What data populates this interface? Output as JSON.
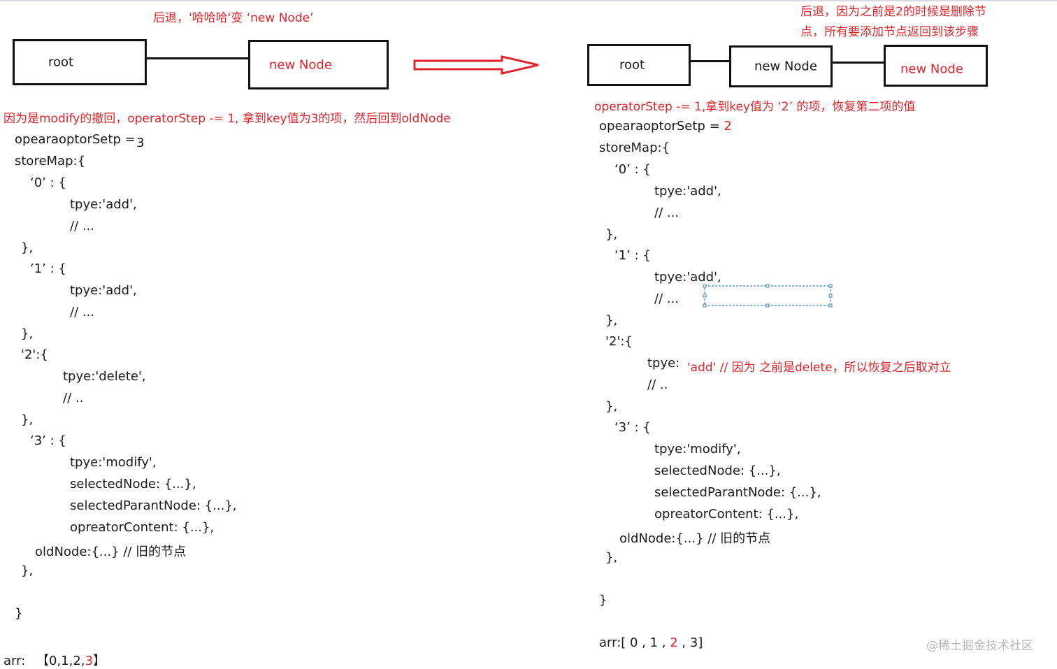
{
  "left": {
    "caption": "后退，'哈哈哈'变 ‘new Node’",
    "nodes": {
      "root": "root",
      "new_node": "new Node"
    },
    "note": "因为是modify的撤回，operatorStep -= 1, 拿到key值为3的项，然后回到oldNode",
    "code": {
      "setp_label": "opearaoptorSetp  =",
      "setp_value": "3",
      "store_open": "storeMap:{",
      "k0_open": "‘0’  : {",
      "k0_type": "tpye:'add',",
      "k0_comment": "// ...",
      "k0_close": "},",
      "k1_open": "‘1’  : {",
      "k1_type": "tpye:'add',",
      "k1_comment": "// ...",
      "k1_close": "},",
      "k2_open": "'2':{",
      "k2_type": "tpye:'delete',",
      "k2_comment": "// ..",
      "k2_close": "},",
      "k3_open": "‘3’  : {",
      "k3_type": "tpye:'modify',",
      "k3_selected": "selectedNode: {...},",
      "k3_parent": "selectedParantNode: {...},",
      "k3_content": "opreatorContent: {...},",
      "k3_old": "oldNode:{...} // 旧的节点",
      "k3_close": "},",
      "store_close": "}",
      "arr_label": "arr:",
      "arr_open": "【0,1,2,",
      "arr_red": "3",
      "arr_close": "】"
    }
  },
  "right": {
    "caption_line1": "后退，因为之前是2的时候是删除节",
    "caption_line2": "点，所有要添加节点返回到该步骤",
    "nodes": {
      "root": "root",
      "new_node_1": "new Node",
      "new_node_2": "new Node"
    },
    "note": "operatorStep -= 1,拿到key值为 ‘2’ 的项，恢复第二项的值",
    "code": {
      "setp_label": "opearaoptorSetp =",
      "setp_value": "2",
      "store_open": "storeMap:{",
      "k0_open": "‘0’  : {",
      "k0_type": "tpye:'add',",
      "k0_comment": "// ...",
      "k0_close": "},",
      "k1_open": "‘1’  : {",
      "k1_type": "tpye:'add',",
      "k1_comment": "// ...",
      "k1_close": "},",
      "k2_open": "'2':{",
      "k2_type": "tpye:",
      "k2_type_value": "'add'  // 因为 之前是delete，所以恢复之后取对立",
      "k2_comment": "// ..",
      "k2_close": "},",
      "k3_open": "‘3’  : {",
      "k3_type": "tpye:'modify',",
      "k3_selected": "selectedNode: {...},",
      "k3_parent": "selectedParantNode: {...},",
      "k3_content": "opreatorContent: {...},",
      "k3_old": "oldNode:{...} // 旧的节点",
      "k3_close": "},",
      "store_close": "}",
      "arr_open": "arr:[ 0 , 1 , ",
      "arr_red": "2",
      "arr_close": " , 3]"
    }
  },
  "watermark": "@稀土掘金技术社区",
  "colors": {
    "annotation": "#e0242a",
    "arrow": "#e0242a",
    "box_border": "#111111",
    "selection": "#3a7fd5"
  }
}
